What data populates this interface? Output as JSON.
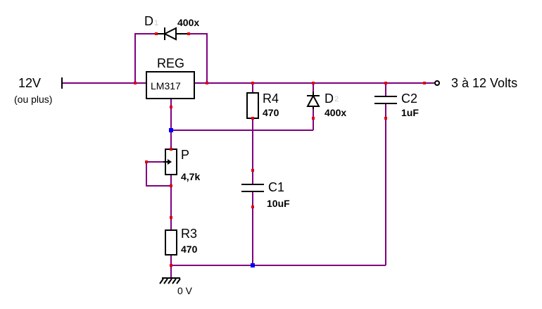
{
  "colors": {
    "wire": "#800080",
    "pin": "#e00000",
    "node": "#0000ff",
    "component": "#000000"
  },
  "input": {
    "label": "12V",
    "sublabel": "(ou plus)"
  },
  "output": {
    "label": "3 à 12 Volts"
  },
  "ground": {
    "label": "0 V"
  },
  "components": {
    "d1": {
      "name": "D",
      "index": "1",
      "value": "400x"
    },
    "reg": {
      "name": "REG",
      "part": "LM317"
    },
    "r4": {
      "name": "R4",
      "value": "470"
    },
    "d2": {
      "name": "D",
      "index": "2",
      "value": "400x"
    },
    "c2": {
      "name": "C2",
      "value": "1uF"
    },
    "p": {
      "name": "P",
      "value": "4,7k"
    },
    "c1": {
      "name": "C1",
      "value": "10uF"
    },
    "r3": {
      "name": "R3",
      "value": "470"
    }
  }
}
